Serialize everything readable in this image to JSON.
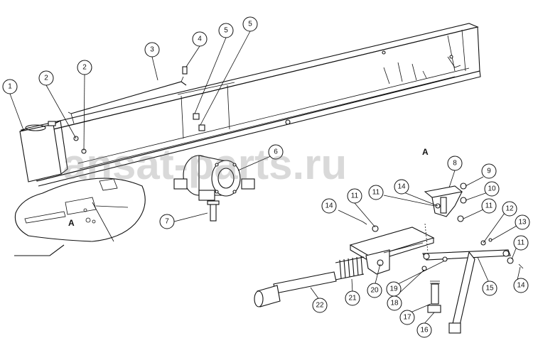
{
  "diagram": {
    "callouts": [
      {
        "id": "c1",
        "label": "1"
      },
      {
        "id": "c2a",
        "label": "2"
      },
      {
        "id": "c2b",
        "label": "2"
      },
      {
        "id": "c3",
        "label": "3"
      },
      {
        "id": "c4",
        "label": "4"
      },
      {
        "id": "c5a",
        "label": "5"
      },
      {
        "id": "c5b",
        "label": "5"
      },
      {
        "id": "c6",
        "label": "6"
      },
      {
        "id": "c7",
        "label": "7"
      },
      {
        "id": "c8",
        "label": "8"
      },
      {
        "id": "c9",
        "label": "9"
      },
      {
        "id": "c10",
        "label": "10"
      },
      {
        "id": "c11a",
        "label": "11"
      },
      {
        "id": "c11b",
        "label": "11"
      },
      {
        "id": "c11c",
        "label": "11"
      },
      {
        "id": "c11d",
        "label": "11"
      },
      {
        "id": "c12",
        "label": "12"
      },
      {
        "id": "c13",
        "label": "13"
      },
      {
        "id": "c14a",
        "label": "14"
      },
      {
        "id": "c14b",
        "label": "14"
      },
      {
        "id": "c14c",
        "label": "14"
      },
      {
        "id": "c15",
        "label": "15"
      },
      {
        "id": "c16",
        "label": "16"
      },
      {
        "id": "c17",
        "label": "17"
      },
      {
        "id": "c18",
        "label": "18"
      },
      {
        "id": "c19",
        "label": "19"
      },
      {
        "id": "c20",
        "label": "20"
      },
      {
        "id": "c21",
        "label": "21"
      },
      {
        "id": "c22",
        "label": "22"
      }
    ],
    "view_label_detail": "A",
    "view_label_inset": "A",
    "watermark": "ansat-parts.ru"
  }
}
